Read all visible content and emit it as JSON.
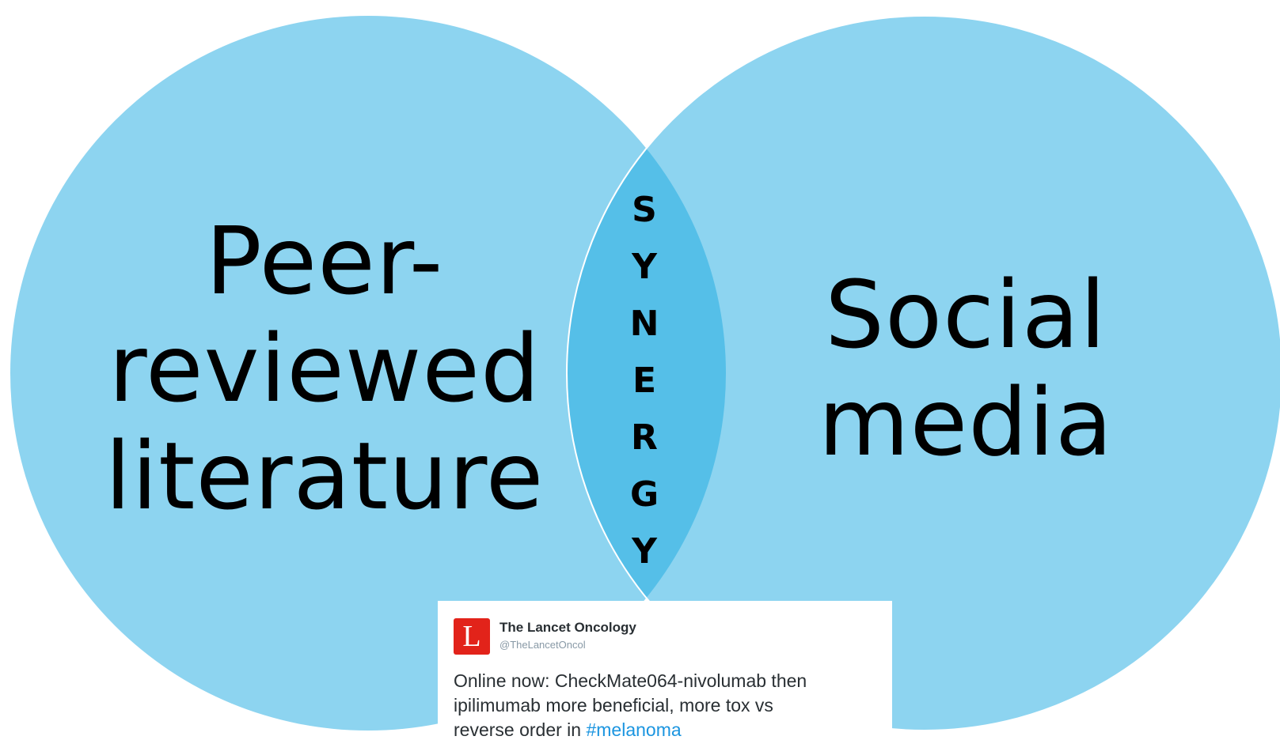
{
  "diagram": {
    "left_circle": {
      "lines": [
        "Peer-",
        "reviewed",
        "literature"
      ],
      "color": "#8dd4f0"
    },
    "right_circle": {
      "lines": [
        "Social",
        "media"
      ],
      "color": "#8dd4f0"
    },
    "intersection": {
      "letters": [
        "S",
        "Y",
        "N",
        "E",
        "R",
        "G",
        "Y"
      ],
      "color": "#55bfe8"
    }
  },
  "tweet": {
    "logo_letter": "L",
    "account_name": "The Lancet Oncology",
    "handle": "@TheLancetOncol",
    "text_lines": [
      "Online now: CheckMate064-nivolumab then",
      "ipilimumab more beneficial, more tox vs",
      "reverse order in "
    ],
    "hashtag": "#melanoma",
    "logo_color": "#e2231a",
    "hashtag_color": "#1b95e0"
  }
}
